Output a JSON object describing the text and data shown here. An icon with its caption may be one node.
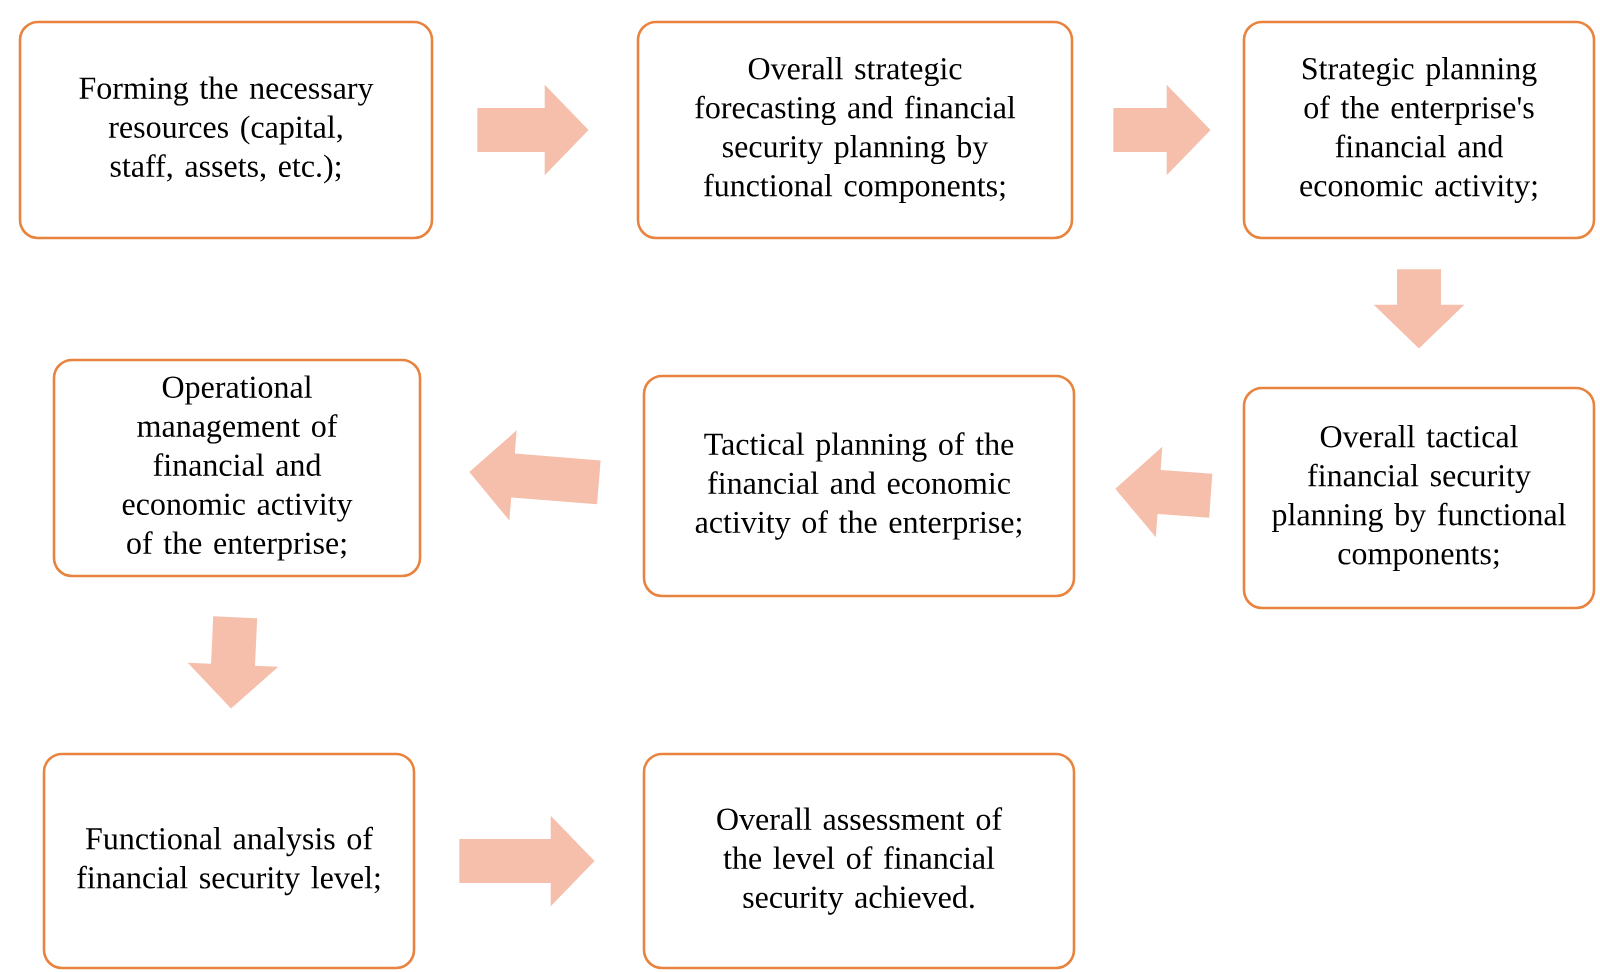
{
  "diagram": {
    "nodes": [
      {
        "text": [
          "Forming the necessary resources (capital, staff, assets, etc.);"
        ]
      },
      {
        "text": [
          "Overall strategic forecasting and financial security planning by functional components;"
        ]
      },
      {
        "text": [
          "Strategic planning of the enterprise's financial and economic activity;"
        ]
      },
      {
        "text": [
          "Overall tactical financial security planning by functional components;"
        ]
      },
      {
        "text": [
          "Tactical planning of the financial and economic activity of the enterprise;"
        ]
      },
      {
        "text": [
          "Operational management of financial and economic activity of the enterprise;"
        ]
      },
      {
        "text": [
          "Functional analysis of financial security level;"
        ]
      },
      {
        "text": [
          "Overall assessment of the level of financial security achieved."
        ]
      }
    ],
    "edges": [
      {
        "from": 0,
        "to": 1,
        "arrow": "to"
      },
      {
        "from": 1,
        "to": 2,
        "arrow": "to"
      },
      {
        "from": 2,
        "to": 3,
        "arrow": "to"
      },
      {
        "from": 3,
        "to": 4,
        "arrow": "to"
      },
      {
        "from": 4,
        "to": 5,
        "arrow": "to"
      },
      {
        "from": 5,
        "to": 6,
        "arrow": "to"
      },
      {
        "from": 6,
        "to": 7,
        "arrow": "to"
      }
    ]
  }
}
